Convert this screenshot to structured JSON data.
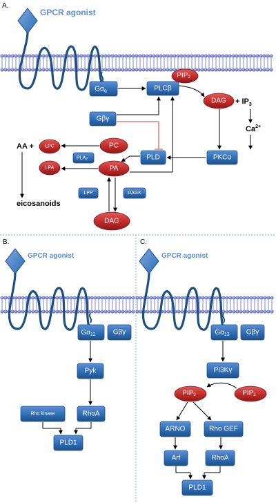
{
  "panels": {
    "a": {
      "tag": "A.",
      "agonist": "GPCR agonist",
      "nodes": {
        "g_alpha_q": {
          "main": "Gα",
          "sub": "q"
        },
        "plc_beta": "PLCβ",
        "pip2": {
          "main": "PIP",
          "sub": "2"
        },
        "dag_top": "DAG",
        "ip3": {
          "main": "+ IP",
          "sub": "3"
        },
        "ca": {
          "main": "Ca",
          "sup": "2+"
        },
        "g_beta_gamma": "Gβγ",
        "pkc_alpha": "PKCα",
        "pld": "PLD",
        "pc": "PC",
        "pa": "PA",
        "pla2": {
          "main": "PLA",
          "sub": "2"
        },
        "lpc": "LPC",
        "lpa": "LPA",
        "aa_plus": "AA +",
        "eicosanoids": "eicosanoids",
        "lpp": "LPP",
        "dagk": "DAGK",
        "dag_bottom": "DAG"
      }
    },
    "b": {
      "tag": "B.",
      "agonist": "GPCR agonist",
      "nodes": {
        "g_alpha_12": {
          "main": "Gα",
          "sub": "12"
        },
        "g_beta_gamma": "Gβγ",
        "pyk": "Pyk",
        "rho_kinase": "Rho kinase",
        "rhoa": "RhoA",
        "pld1": "PLD1"
      }
    },
    "c": {
      "tag": "C.",
      "agonist": "GPCR agonist",
      "nodes": {
        "g_alpha_13": {
          "main": "Gα",
          "sub": "13"
        },
        "g_beta_gamma": "Gβγ",
        "pi3k_gamma": "PI3Kγ",
        "pip3": {
          "main": "PIP",
          "sub": "3"
        },
        "pip2": {
          "main": "PIP",
          "sub": "2"
        },
        "arno": "ARNO",
        "rho_gef": "Rho GEF",
        "arf": "Arf",
        "rhoa": "RhoA",
        "pld1": "PLD1"
      }
    }
  },
  "colors": {
    "box": "#2f6db5",
    "oval": "#c22a2a",
    "agonist_text": "#5b8fd0",
    "membrane": "#5a66c8",
    "receptor": "#1f4f7e",
    "inhibition": "#d23a3a"
  }
}
